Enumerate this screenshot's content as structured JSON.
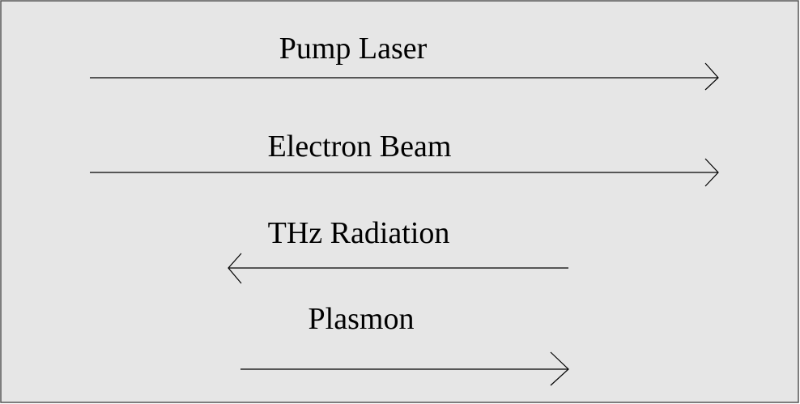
{
  "diagram": {
    "background": "#e6e6e6",
    "border_color": "#555555",
    "arrows": [
      {
        "label": "Pump Laser",
        "direction": "right"
      },
      {
        "label": "Electron Beam",
        "direction": "right"
      },
      {
        "label": "THz Radiation",
        "direction": "left"
      },
      {
        "label": "Plasmon",
        "direction": "right"
      }
    ]
  }
}
